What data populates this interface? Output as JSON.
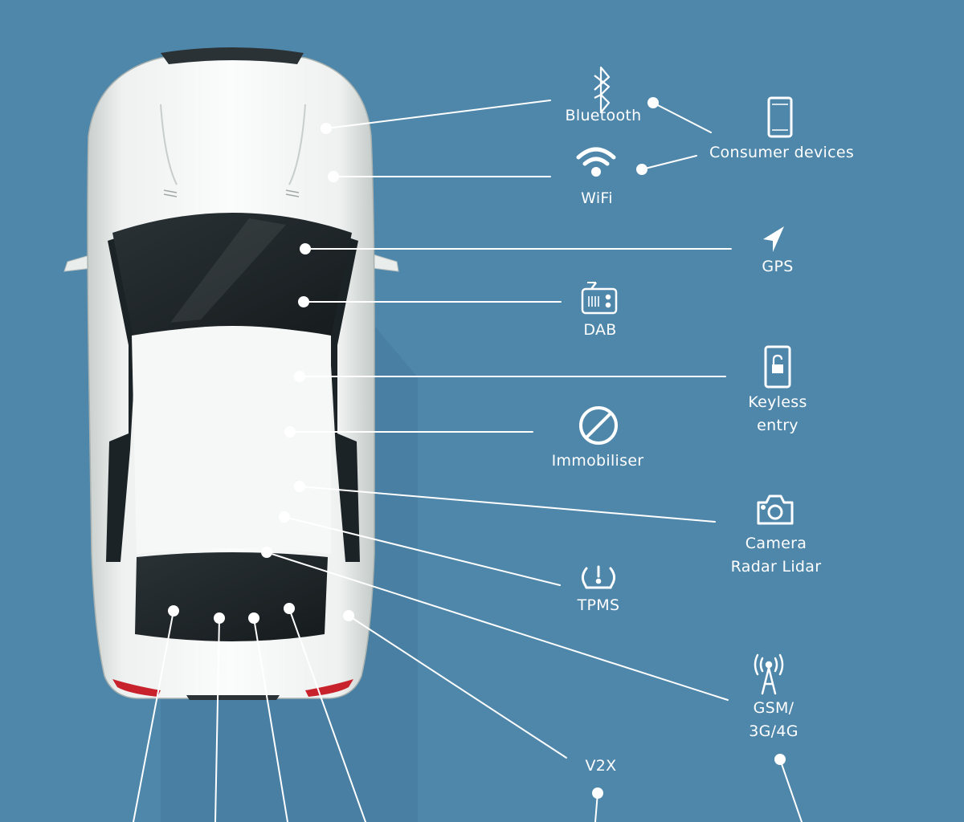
{
  "colors": {
    "background": "#4f87ab",
    "line": "#ffffff",
    "car_body": "#f2f4f3",
    "glass": "#1c2326",
    "tail_light": "#c8232c"
  },
  "features": {
    "bluetooth": {
      "label": "Bluetooth",
      "icon": "bluetooth-icon"
    },
    "wifi": {
      "label": "WiFi",
      "icon": "wifi-icon"
    },
    "consumer_devices": {
      "label": "Consumer devices",
      "icon": "smartphone-icon"
    },
    "gps": {
      "label": "GPS",
      "icon": "navigation-arrow-icon"
    },
    "dab": {
      "label": "DAB",
      "icon": "radio-icon"
    },
    "keyless_entry": {
      "line1": "Keyless",
      "line2": "entry",
      "icon": "phone-unlock-icon"
    },
    "immobiliser": {
      "label": "Immobiliser",
      "icon": "prohibited-icon"
    },
    "camera": {
      "line1": "Camera",
      "line2": "Radar Lidar",
      "icon": "camera-icon"
    },
    "tpms": {
      "label": "TPMS",
      "icon": "tire-pressure-icon"
    },
    "gsm": {
      "line1": "GSM/",
      "line2": "3G/4G",
      "icon": "antenna-tower-icon"
    },
    "v2x": {
      "label": "V2X"
    }
  }
}
